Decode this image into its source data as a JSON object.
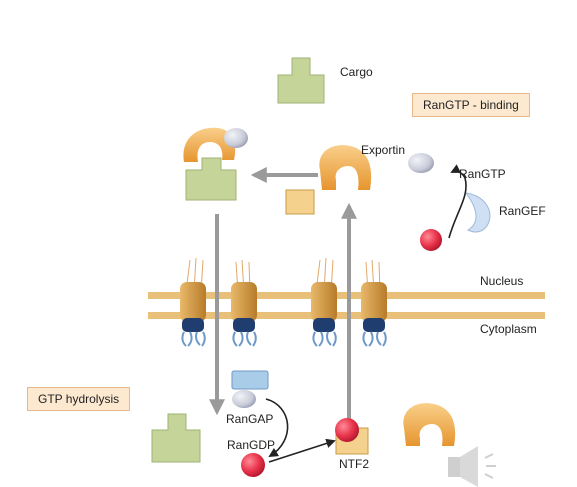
{
  "labels": {
    "cargo": "Cargo",
    "ranGTP_binding": "RanGTP - binding",
    "exportin": "Exportin",
    "ranGTP": "RanGTP",
    "ranGEF": "RanGEF",
    "nucleus": "Nucleus",
    "cytoplasm": "Cytoplasm",
    "gtp_hydrolysis": "GTP hydrolysis",
    "ranGAP": "RanGAP",
    "ranGDP": "RanGDP",
    "ntf2": "NTF2"
  },
  "colors": {
    "cargo_green": "#c5d59a",
    "exportin_orange": "#f3b35e",
    "ran_gtp_grey": "#c9ccd9",
    "ran_gdp_red": "#e8324a",
    "rangef_blue": "#cfe0f4",
    "rangap_blue": "#a9cde8",
    "ntf2_yellow": "#f4d28d",
    "membrane": "#e9c07a",
    "pore_tan": "#d9a24e",
    "pore_navy": "#1f3d6e",
    "filament_blue": "#6f9ac8",
    "arrow_grey": "#9a9a9a",
    "box_fill": "#fce9d0",
    "box_border": "#e7b98a"
  },
  "icons": [
    "speaker-icon"
  ]
}
